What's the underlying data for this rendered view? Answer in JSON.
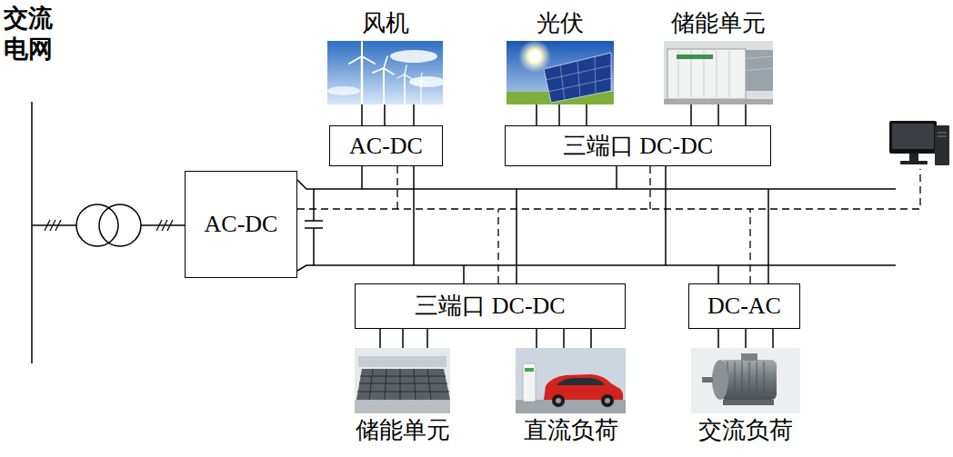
{
  "diagram": {
    "nodes": [
      {
        "text": [
          "风机"
        ]
      },
      {
        "text": [
          "光伏"
        ]
      },
      {
        "text": [
          "储能单元"
        ]
      },
      {
        "text": [
          "AC-DC"
        ]
      },
      {
        "text": [
          "三端口 DC-DC"
        ]
      },
      {
        "text": [
          "AC-DC"
        ]
      },
      {
        "text": [
          "三端口 DC-DC"
        ]
      },
      {
        "text": [
          "DC-AC"
        ]
      },
      {
        "text": [
          "储能单元"
        ]
      },
      {
        "text": [
          "直流负荷"
        ]
      },
      {
        "text": [
          "交流负荷"
        ]
      }
    ],
    "edges": [
      {
        "from": 0,
        "to": 3,
        "arrow": "none"
      },
      {
        "from": 1,
        "to": 4,
        "arrow": "none"
      },
      {
        "from": 2,
        "to": 4,
        "arrow": "none"
      },
      {
        "from": 6,
        "to": 8,
        "arrow": "none"
      },
      {
        "from": 6,
        "to": 9,
        "arrow": "none"
      },
      {
        "from": 7,
        "to": 10,
        "arrow": "none"
      }
    ],
    "labels": [
      "交流 电网"
    ]
  }
}
